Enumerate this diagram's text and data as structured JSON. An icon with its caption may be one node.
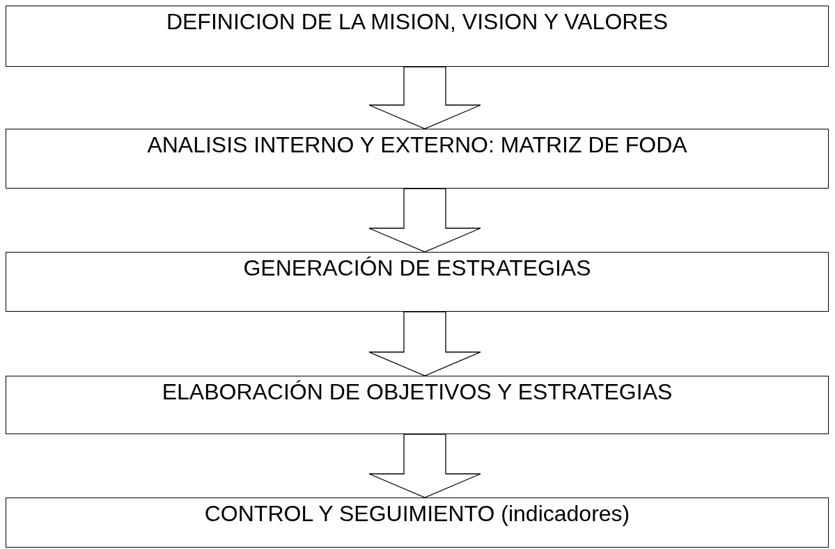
{
  "diagram": {
    "nodes": [
      {
        "text": [
          "DEFINICION DE LA MISION, VISION Y VALORES"
        ]
      },
      {
        "text": [
          "ANALISIS INTERNO Y EXTERNO: MATRIZ DE FODA"
        ]
      },
      {
        "text": [
          "GENERACIÓN DE ESTRATEGIAS"
        ]
      },
      {
        "text": [
          "ELABORACIÓN DE OBJETIVOS Y ESTRATEGIAS"
        ]
      },
      {
        "text": [
          "CONTROL Y SEGUIMIENTO (indicadores)"
        ]
      }
    ],
    "edges": [
      {
        "from": 0,
        "to": 1,
        "arrow": "to"
      },
      {
        "from": 1,
        "to": 2,
        "arrow": "to"
      },
      {
        "from": 2,
        "to": 3,
        "arrow": "to"
      },
      {
        "from": 3,
        "to": 4,
        "arrow": "to"
      }
    ]
  }
}
